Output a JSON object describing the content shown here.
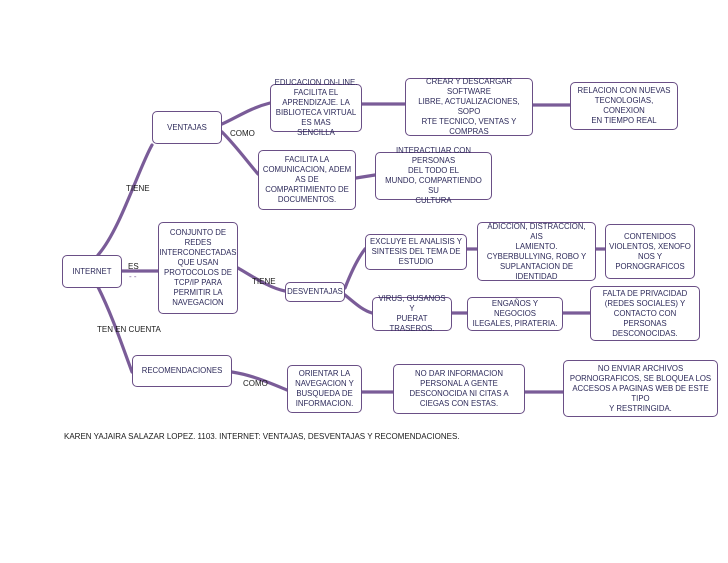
{
  "nodes": {
    "internet": "INTERNET",
    "ventajas": "VENTAJAS",
    "educacion": "EDUCACION ON-LINE.\nFACILITA EL APRENDIZAJE. LA\nBIBLIOTECA VIRTUAL ES MAS\nSENCILLA",
    "crear": "CREAR Y DESCARGAR\nSOFTWARE\nLIBRE, ACTUALIZACIONES, SOPO\nRTE TECNICO, VENTAS Y\nCOMPRAS",
    "relacion": "RELACION CON NUEVAS\nTECNOLOGIAS, CONEXION\nEN TIEMPO REAL",
    "facilita": "FACILITA LA\nCOMUNICACION, ADEM\nAS DE\nCOMPARTIMIENTO DE\nDOCUMENTOS.",
    "interactuar": "INTERACTUAR CON PERSONAS\nDEL TODO EL\nMUNDO, COMPARTIENDO SU\nCULTURA",
    "conjunto": "CONJUNTO DE\nREDES\nINTERCONECTADAS\nQUE USAN\nPROTOCOLOS DE\nTCP/IP PARA\nPERMITIR LA\nNAVEGACION",
    "desventajas": "DESVENTAJAS",
    "excluye": "EXCLUYE EL ANALISIS Y\nSINTESIS DEL TEMA  DE\nESTUDIO",
    "adiccion": "ADICCION, DISTRACCION, AIS\nLAMIENTO.\nCYBERBULLYING, ROBO Y\nSUPLANTACION DE\nIDENTIDAD",
    "contenidos": "CONTENIDOS\nVIOLENTOS, XENOFO\nNOS Y\nPORNOGRAFICOS",
    "virus": "VIRUS, GUSANOS Y\nPUERAT TRASEROS.",
    "enganos": "ENGAÑOS Y NEGOCIOS\nILEGALES, PIRATERIA.",
    "privacidad": "FALTA DE PRIVACIDAD\n(REDES SOCIALES) Y\nCONTACTO CON PERSONAS\nDESCONOCIDAS.",
    "recomendaciones": "RECOMENDACIONES",
    "orientar": "ORIENTAR LA\nNAVEGACION Y\nBUSQUEDA DE\nINFORMACION.",
    "nodar": "NO DAR INFORMACION\nPERSONAL A GENTE\nDESCONOCIDA NI CITAS A\nCIEGAS CON ESTAS.",
    "noenviar": "NO ENVIAR ARCHIVOS\nPORNOGRAFICOS, SE BLOQUEA LOS\nACCESOS A PAGINAS WEB DE ESTE TIPO\nY RESTRINGIDA."
  },
  "labels": {
    "tiene_top": "TIENE",
    "es": "ES",
    "es_dots": "- -",
    "como_top": "COMO",
    "tiene_mid": "TIENE",
    "ten_en_cuenta": "TEN EN CUENTA",
    "como_bottom": "COMO"
  },
  "caption": "KAREN YAJAIRA SALAZAR LOPEZ. 1103. INTERNET: VENTAJAS, DESVENTAJAS Y RECOMENDACIONES.",
  "colors": {
    "border": "#6a4f86",
    "line": "#7a5c98",
    "text": "#2d2a5a"
  }
}
